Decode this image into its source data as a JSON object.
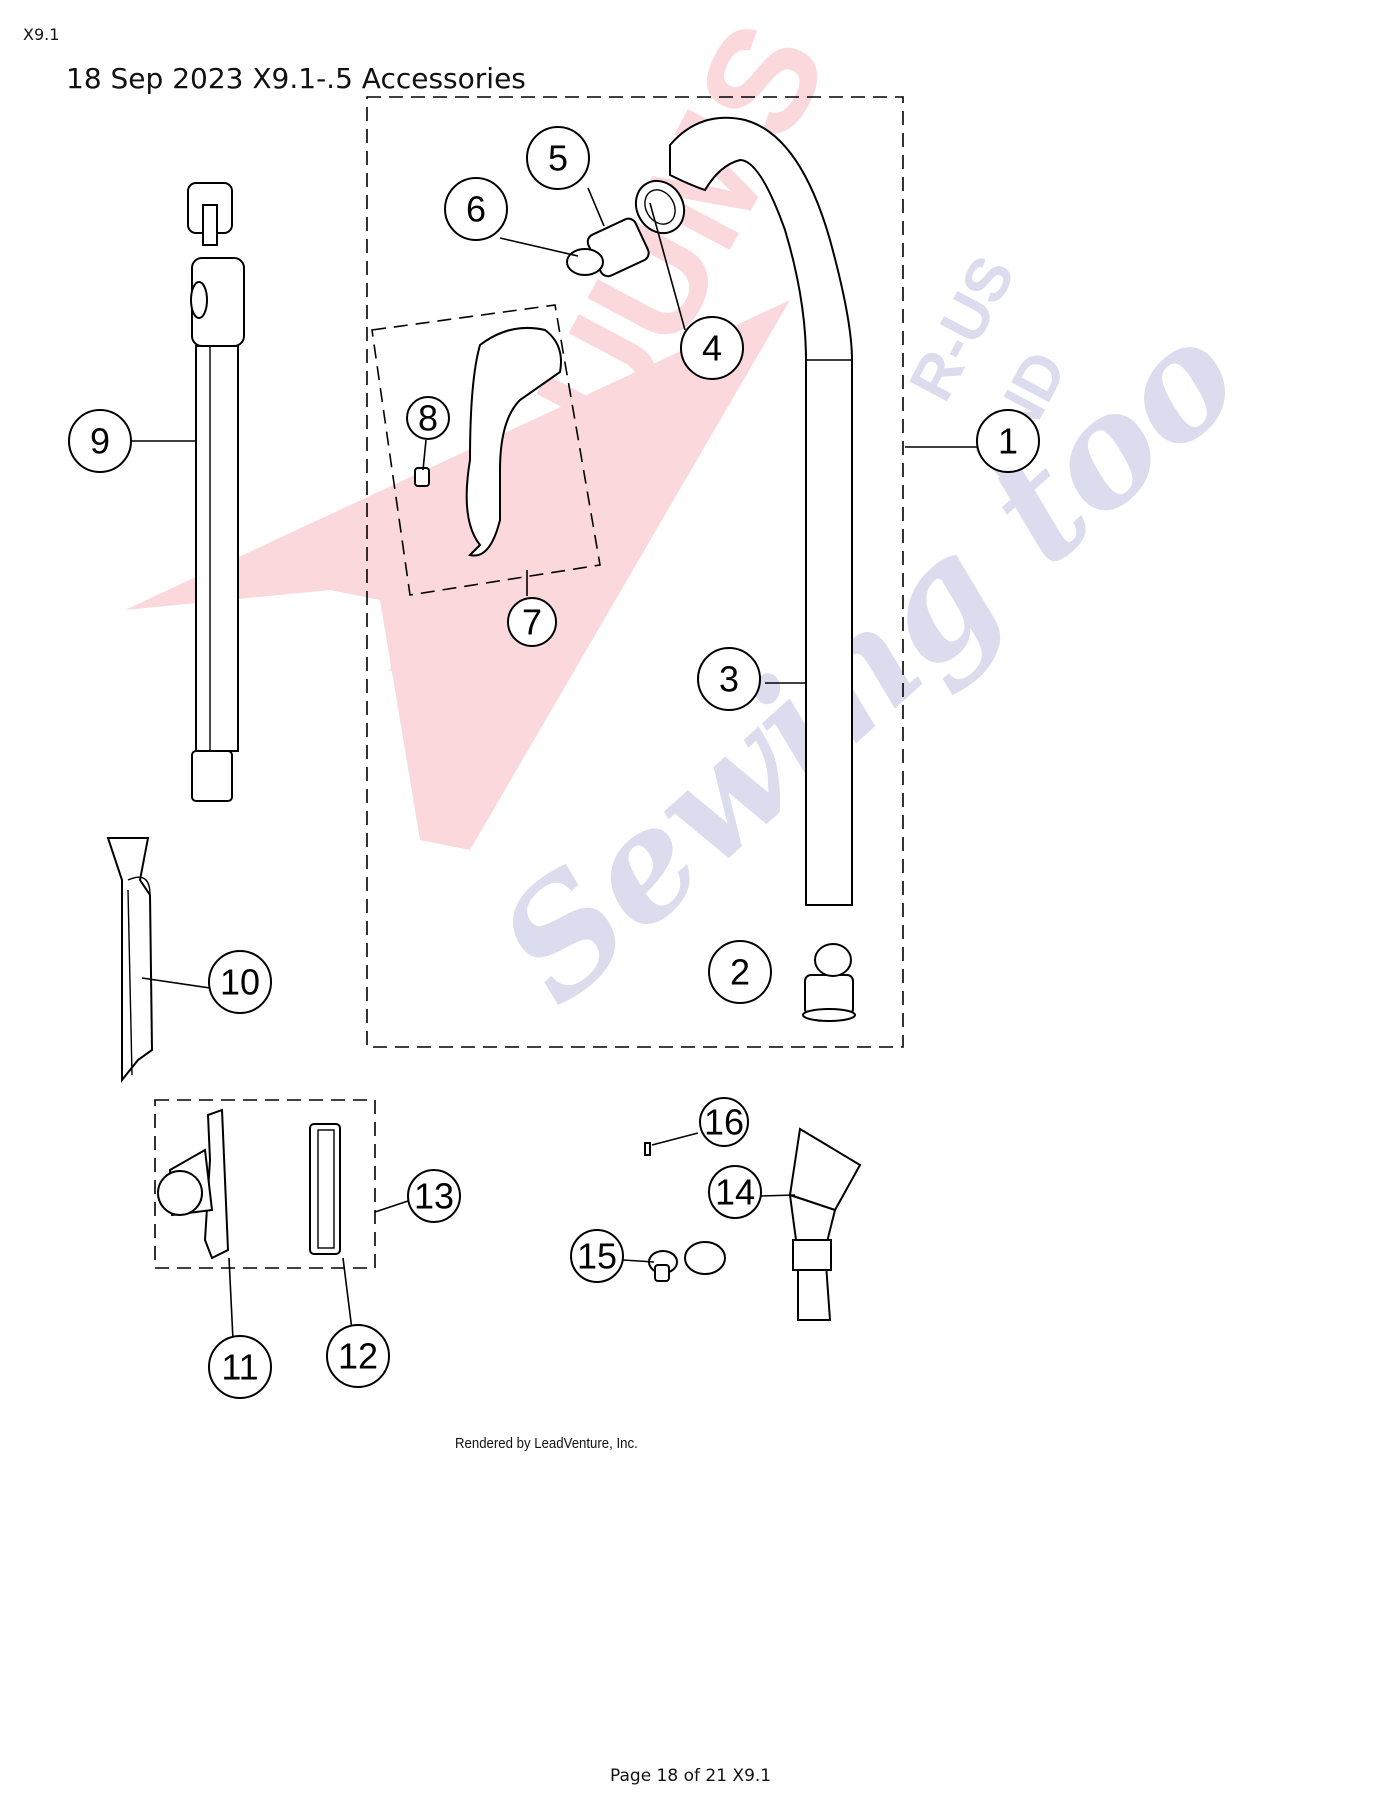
{
  "header": {
    "tag": "X9.1",
    "title": "18 Sep 2023 X9.1-.5 Accessories"
  },
  "credit": "Rendered by LeadVenture, Inc.",
  "footer": "Page 18 of 21 X9.1",
  "watermark": {
    "line1": "VACUUMS",
    "badge_top": "R-US",
    "badge_bottom": "AND",
    "line2": "Sewing too",
    "colors": {
      "red": "#e8505b",
      "blue": "#5a62b0"
    }
  },
  "callouts": [
    "1",
    "2",
    "3",
    "4",
    "5",
    "6",
    "7",
    "8",
    "9",
    "10",
    "11",
    "12",
    "13",
    "14",
    "15",
    "16"
  ]
}
